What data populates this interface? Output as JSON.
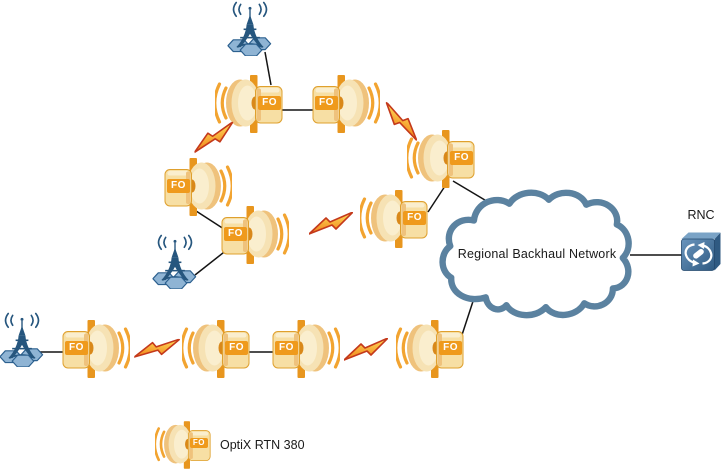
{
  "diagram": {
    "antenna_label": "FO",
    "cloud": {
      "label": "Regional Backhaul Network"
    },
    "rnc": {
      "label": "RNC"
    },
    "legend": {
      "device_label": "FO",
      "text": "OptiX RTN 380"
    },
    "colors": {
      "orange": "#E8961E",
      "orange-deep": "#D9881A",
      "dish": "#F6E2B4",
      "dish-shade": "#EFC27C",
      "dish-hi": "#FAEECE",
      "body": "#F7DFA4",
      "body-edge": "#DFA02E",
      "wave": "#F2A431",
      "badge": "#EF9A1C",
      "bolt-top": "#FFDE5A",
      "bolt-bottom": "#F08018",
      "bolt-edge": "#C4391B",
      "tower": "#26567E",
      "hex": "#8FB4D4",
      "hex-edge": "#2C608F",
      "cloud-border": "#5B82A0",
      "rnc-light": "#6A95BD",
      "rnc-mid": "#7AA3C6",
      "rnc-dark": "#2F5A82",
      "rnc-edge": "#24496E",
      "line": "#141414",
      "text": "#1A1A1A"
    }
  }
}
